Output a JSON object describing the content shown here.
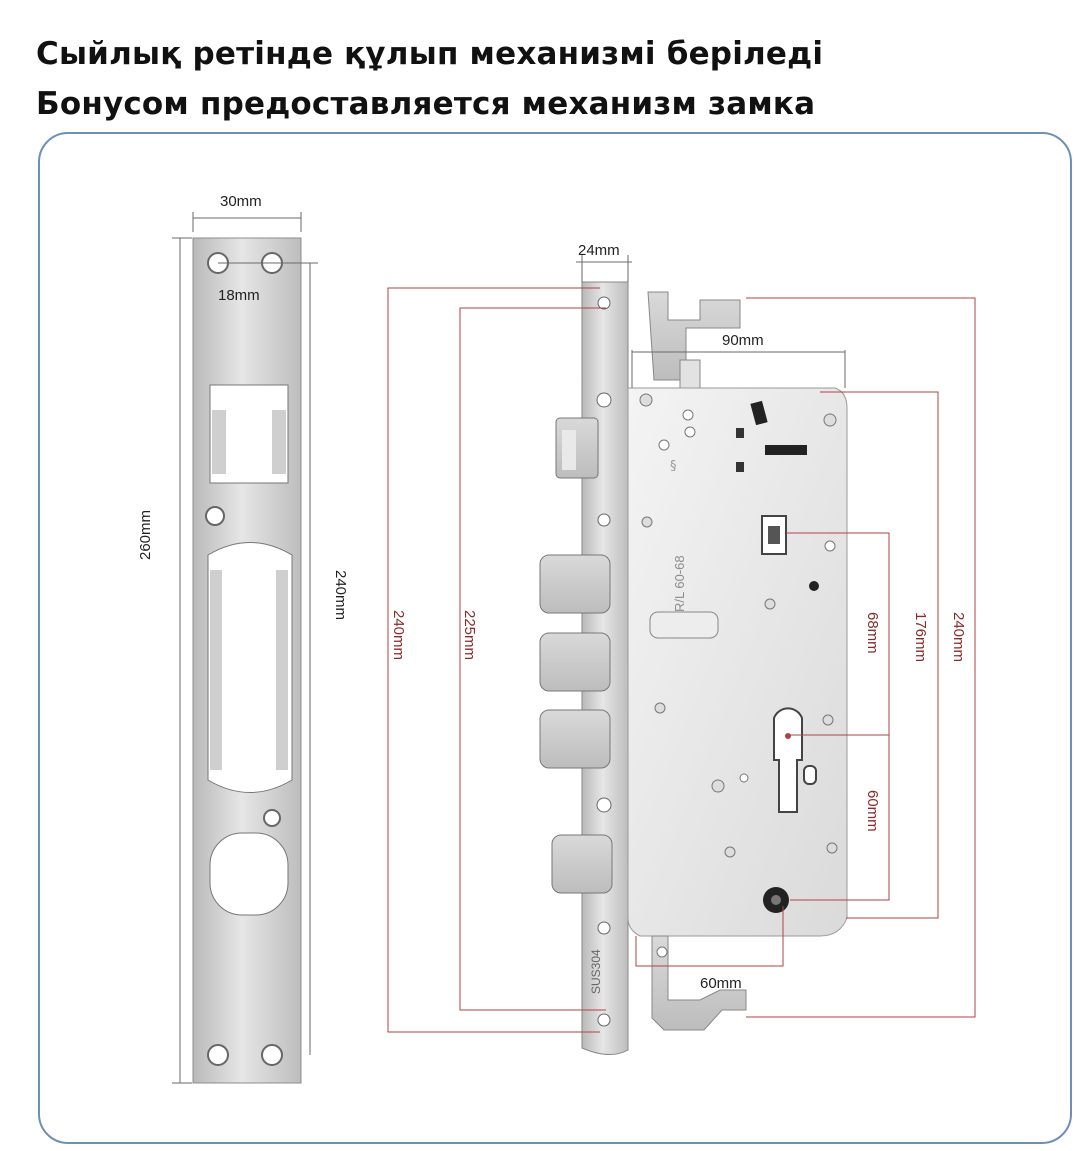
{
  "heading": {
    "line1": "Сыйлық ретінде құлып механизмі беріледі",
    "line2": "Бонусом предоставляется механизм замка"
  },
  "strike_plate": {
    "width": "30mm",
    "hole_spacing": "18mm",
    "height": "260mm",
    "inner_height": "240mm"
  },
  "lock_body": {
    "faceplate_width": "24mm",
    "case_width": "90mm",
    "faceplate_length": "240mm",
    "bolt_span": "225mm",
    "handle_to_cylinder": "68mm",
    "spindle_to_bottom": "176mm",
    "case_height": "240mm",
    "cylinder_to_bottom": "60mm",
    "backset": "60mm",
    "stamp_model": "R/L 60-68",
    "stamp_material": "SUS304"
  },
  "colors": {
    "border": "#6f8fb5",
    "dimension_red": "#b24242",
    "steel": "#c9c9c9"
  }
}
